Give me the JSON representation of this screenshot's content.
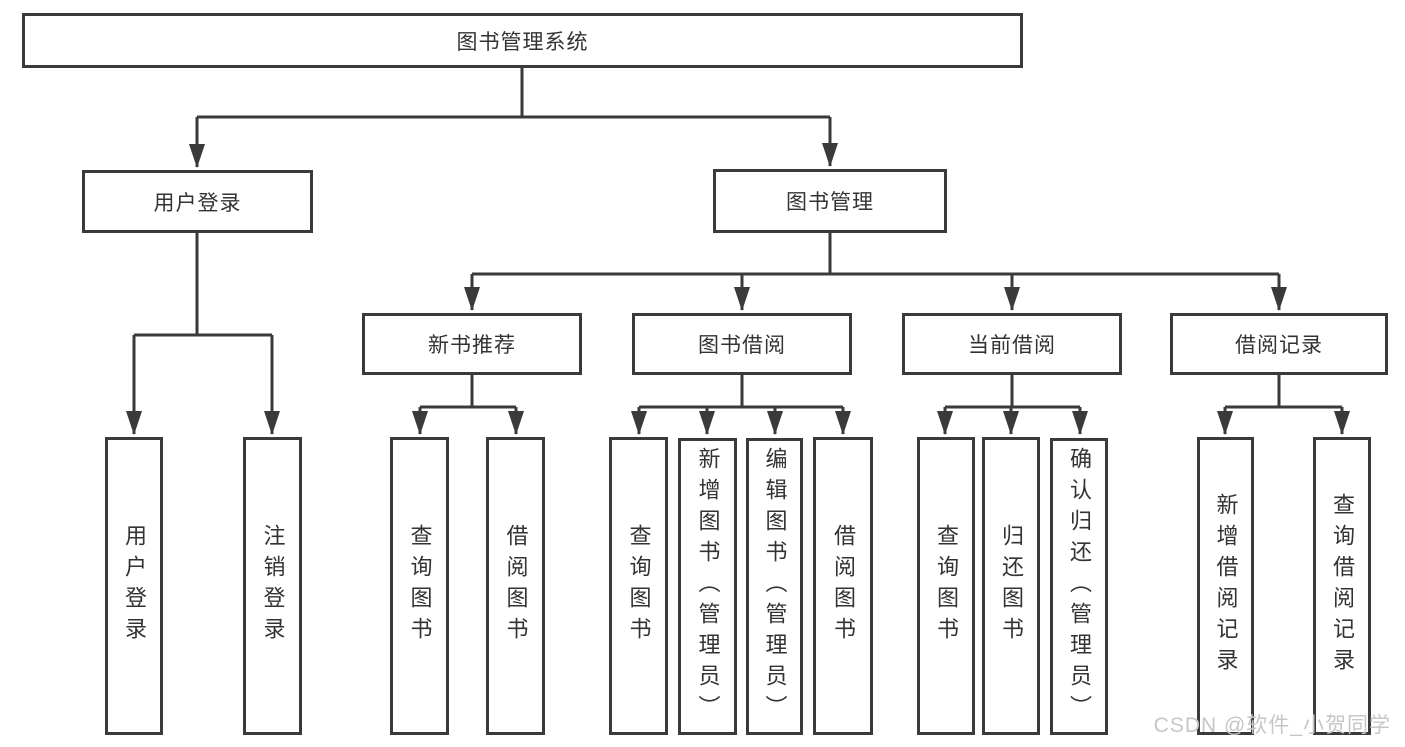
{
  "diagram": {
    "root": {
      "label": "图书管理系统"
    },
    "branches": [
      {
        "label": "用户登录",
        "children": [
          {
            "label": "用户登录"
          },
          {
            "label": "注销登录"
          }
        ]
      },
      {
        "label": "图书管理",
        "children": [
          {
            "label": "新书推荐",
            "children": [
              {
                "label": "查询图书"
              },
              {
                "label": "借阅图书"
              }
            ]
          },
          {
            "label": "图书借阅",
            "children": [
              {
                "label": "查询图书"
              },
              {
                "label": "新增图书（管理员）"
              },
              {
                "label": "编辑图书（管理员）"
              },
              {
                "label": "借阅图书"
              }
            ]
          },
          {
            "label": "当前借阅",
            "children": [
              {
                "label": "查询图书"
              },
              {
                "label": "归还图书"
              },
              {
                "label": "确认归还（管理员）"
              }
            ]
          },
          {
            "label": "借阅记录",
            "children": [
              {
                "label": "新增借阅记录"
              },
              {
                "label": "查询借阅记录"
              }
            ]
          }
        ]
      }
    ]
  },
  "watermark": {
    "text": "CSDN @软件_小贺同学"
  },
  "colors": {
    "stroke": "#3a3a3a",
    "text": "#333333",
    "watermark": "#c6c6c6",
    "background": "#ffffff"
  }
}
